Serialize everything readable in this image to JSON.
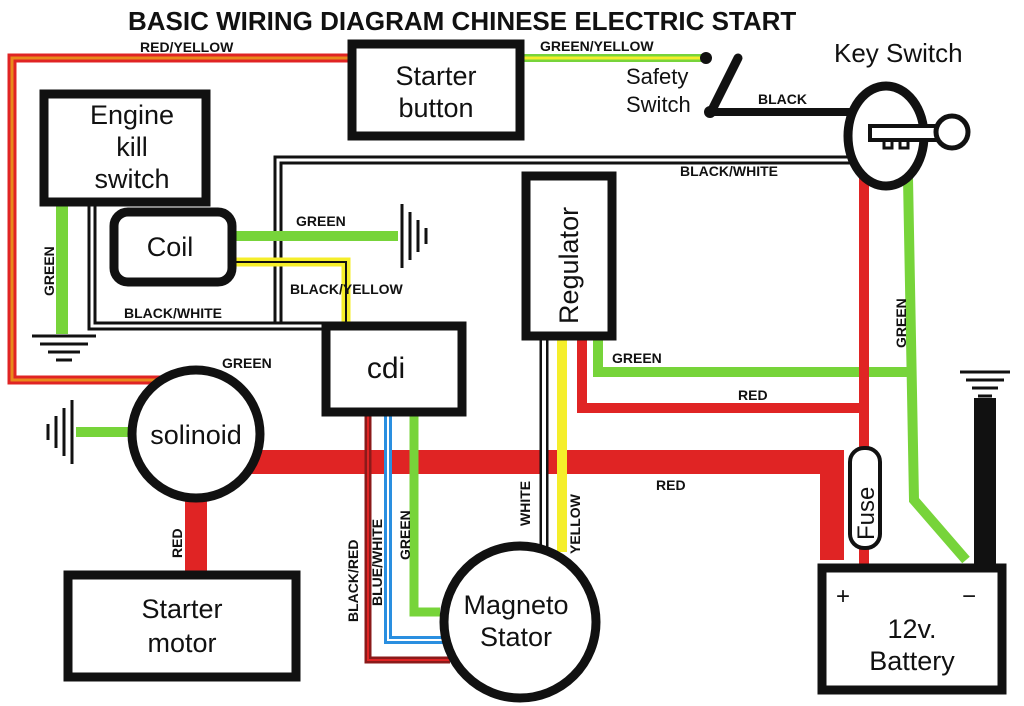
{
  "title": "BASIC WIRING DIAGRAM CHINESE ELECTRIC START",
  "components": {
    "starter_button": [
      "Starter",
      "button"
    ],
    "engine_kill_switch": [
      "Engine",
      "kill",
      "switch"
    ],
    "coil": "Coil",
    "cdi": "cdi",
    "regulator": "Regulator",
    "solinoid": "solinoid",
    "starter_motor": [
      "Starter",
      "motor"
    ],
    "magneto_stator": [
      "Magneto",
      "Stator"
    ],
    "fuse": "Fuse",
    "battery": [
      "12v.",
      "Battery"
    ],
    "key_switch": "Key Switch",
    "safety_switch": [
      "Safety",
      "Switch"
    ],
    "battery_plus": "+",
    "battery_minus": "−"
  },
  "wire_labels": {
    "red_yellow": "RED/YELLOW",
    "green_yellow": "GREEN/YELLOW",
    "black": "BLACK",
    "black_white_top": "BLACK/WHITE",
    "green_coil": "GREEN",
    "black_yellow": "BLACK/YELLOW",
    "black_white_mid": "BLACK/WHITE",
    "green_kill": "GREEN",
    "green_solinoid": "GREEN",
    "green_regulator": "GREEN",
    "red_regulator": "RED",
    "red_main": "RED",
    "red_starter": "RED",
    "white": "WHITE",
    "yellow": "YELLOW",
    "green_cdi": "GREEN",
    "blue_white": "BLUE/WHITE",
    "black_red": "BLACK/RED",
    "green_key": "GREEN"
  },
  "colors": {
    "red": "#e02424",
    "green": "#77d43a",
    "yellow": "#f5ee2a",
    "blue": "#2a8fe0",
    "black": "#111111",
    "white": "#ffffff",
    "dark_red": "#8b1a1a",
    "orange": "#e8891c"
  }
}
